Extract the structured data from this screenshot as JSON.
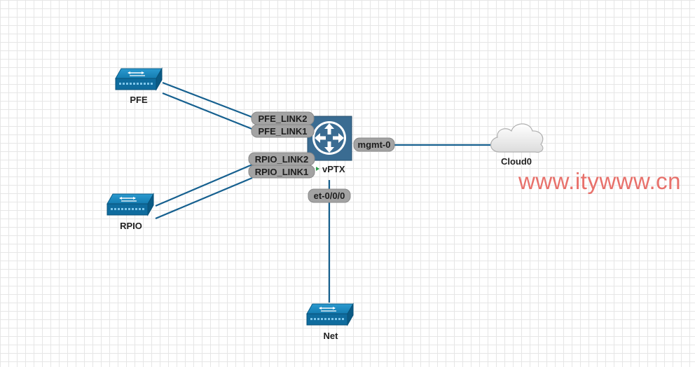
{
  "nodes": {
    "pfe": {
      "label": "PFE",
      "icon": "switch-icon"
    },
    "rpio": {
      "label": "RPIO",
      "icon": "switch-icon"
    },
    "vptx": {
      "label": "vPTX",
      "icon": "router-icon"
    },
    "cloud": {
      "label": "Cloud0",
      "icon": "cloud-icon"
    },
    "net": {
      "label": "Net",
      "icon": "switch-icon"
    }
  },
  "ports": {
    "pfe_link2": "PFE_LINK2",
    "pfe_link1": "PFE_LINK1",
    "rpio_link2": "RPIO_LINK2",
    "rpio_link1": "RPIO_LINK1",
    "mgmt": "mgmt-0",
    "et": "et-0/0/0"
  },
  "watermark": "www.itywww.cn",
  "colors": {
    "link": "#16608f",
    "device": "#1a7fb0",
    "router": "#3a6c92",
    "port_label_bg": "#a3a3a3",
    "watermark": "#e8716b"
  }
}
